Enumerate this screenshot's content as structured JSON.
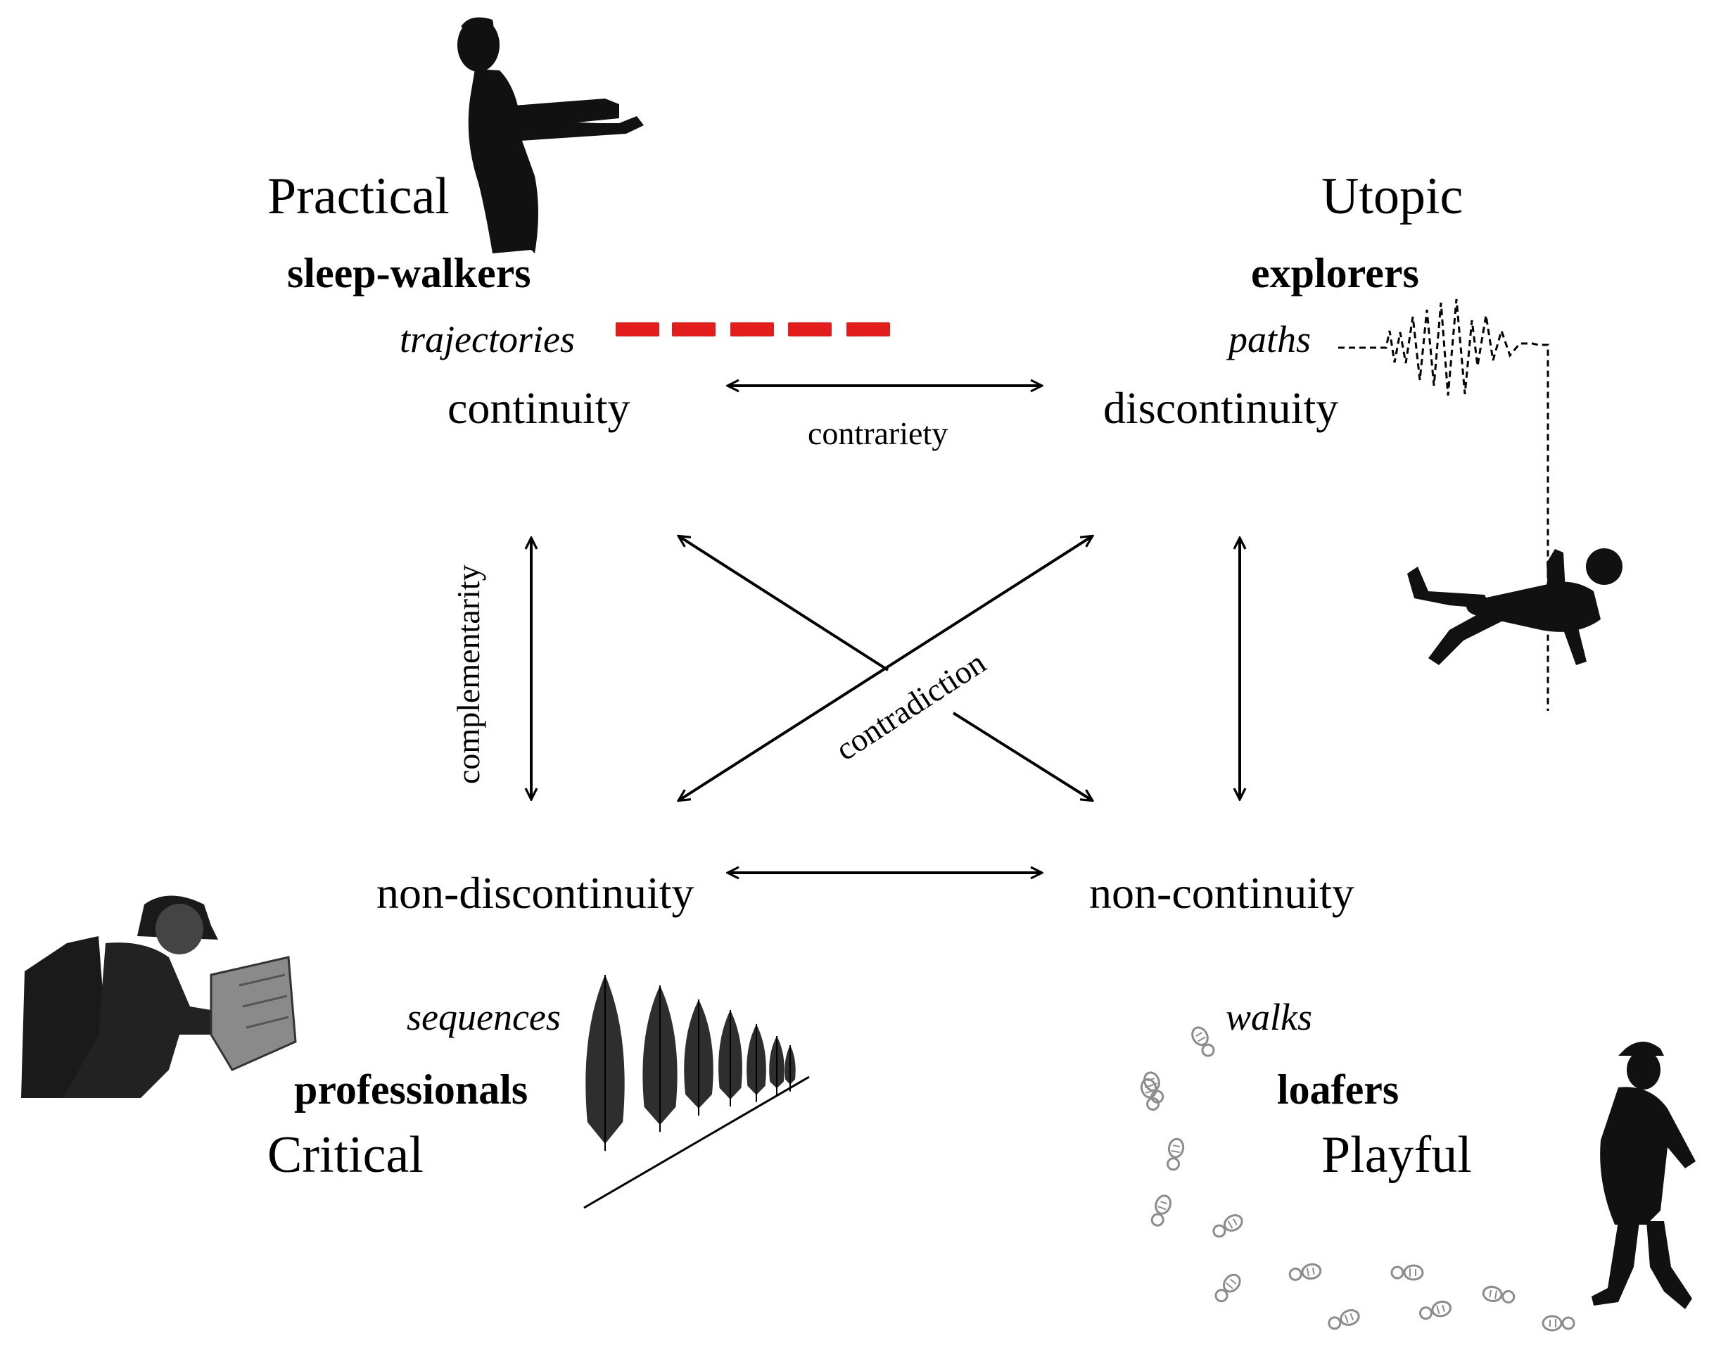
{
  "quadrants": {
    "top_left": {
      "mode": "Practical",
      "actor": "sleep-walkers",
      "way": "trajectories",
      "term": "continuity"
    },
    "top_right": {
      "mode": "Utopic",
      "actor": "explorers",
      "way": "paths",
      "term": "discontinuity"
    },
    "bottom_left": {
      "mode": "Critical",
      "actor": "professionals",
      "way": "sequences",
      "term": "non-discontinuity"
    },
    "bottom_right": {
      "mode": "Playful",
      "actor": "loafers",
      "way": "walks",
      "term": "non-continuity"
    }
  },
  "relations": {
    "horizontal": "contrariety",
    "vertical": "complementarity",
    "diagonal": "contradiction"
  },
  "colors": {
    "trajectory_dash": "#e31c1c",
    "ink": "#000000",
    "footprint": "#8c8c8c",
    "tree": "#2e2e2e"
  },
  "icons": {
    "sleepwalker": "sleepwalker-silhouette-icon",
    "climber": "climber-silhouette-icon",
    "reader": "map-reader-silhouette-icon",
    "walker": "walker-silhouette-icon",
    "trees": "tree-row-icon",
    "footprints": "footprints-icon",
    "path_line": "squiggle-path-icon"
  }
}
